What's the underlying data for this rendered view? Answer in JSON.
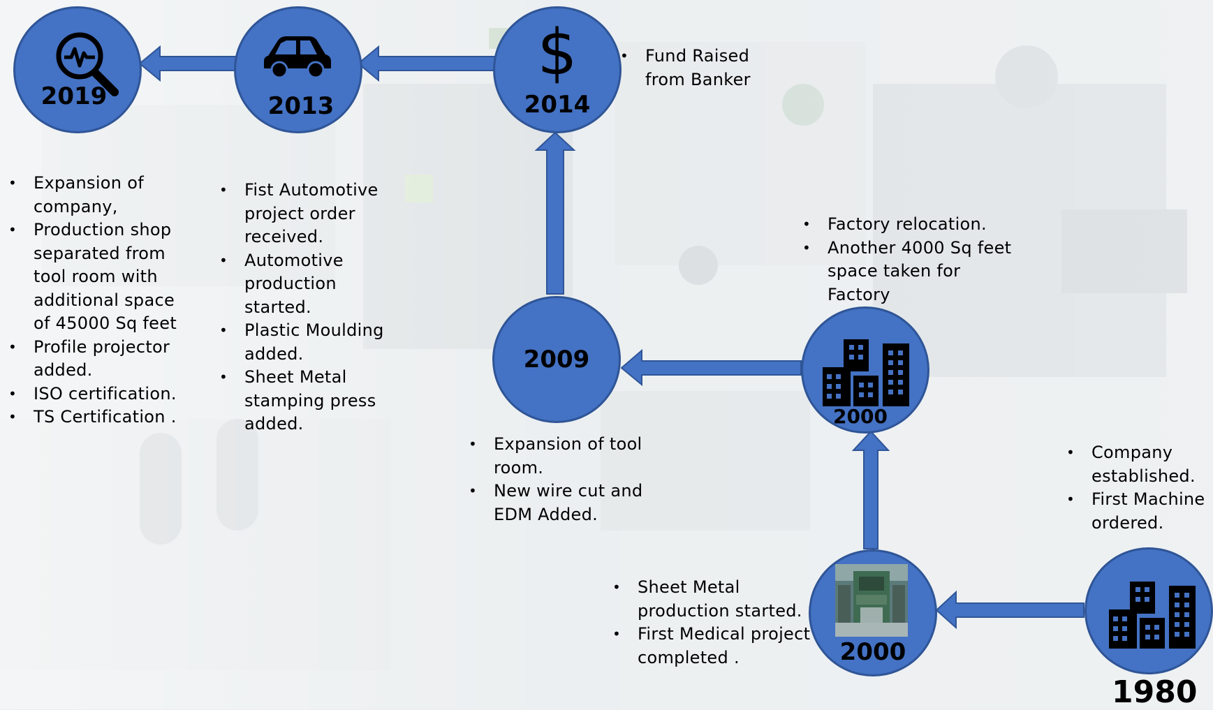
{
  "title": "",
  "nodes": [
    {
      "id": "n2019",
      "year": "2019",
      "icon": "magnifier-pulse-icon"
    },
    {
      "id": "n2013",
      "year": "2013",
      "icon": "car-icon"
    },
    {
      "id": "n2014",
      "year": "2014",
      "icon": "dollar-icon"
    },
    {
      "id": "n2009",
      "year": "2009",
      "icon": ""
    },
    {
      "id": "n2000a",
      "year": "2000",
      "icon": "buildings-icon"
    },
    {
      "id": "n2000b",
      "year": "2000",
      "icon": "factory-photo"
    },
    {
      "id": "n1980",
      "year": "1980",
      "icon": "buildings-icon"
    }
  ],
  "notes": {
    "n2019": [
      "Expansion of company,",
      "Production shop separated from tool room with additional space of 45000 Sq feet",
      "Profile projector added.",
      "ISO certification.",
      "TS Certification ."
    ],
    "n2013": [
      "Fist Automotive project order received.",
      "Automotive production started.",
      "Plastic Moulding added.",
      "Sheet Metal stamping press added."
    ],
    "n2014": [
      "Fund Raised from Banker"
    ],
    "n2009": [
      "Expansion of tool room.",
      "New wire cut and EDM Added."
    ],
    "n2000a": [
      "Factory relocation.",
      "Another 4000 Sq feet space taken for Factory"
    ],
    "n2000b": [
      "Sheet Metal production started.",
      "First Medical project completed ."
    ],
    "n1980": [
      "Company established.",
      "First Machine ordered."
    ]
  },
  "colors": {
    "node_fill": "#4472c4",
    "node_border": "#2f5597",
    "arrow": "#4472c4",
    "text": "#000000"
  }
}
